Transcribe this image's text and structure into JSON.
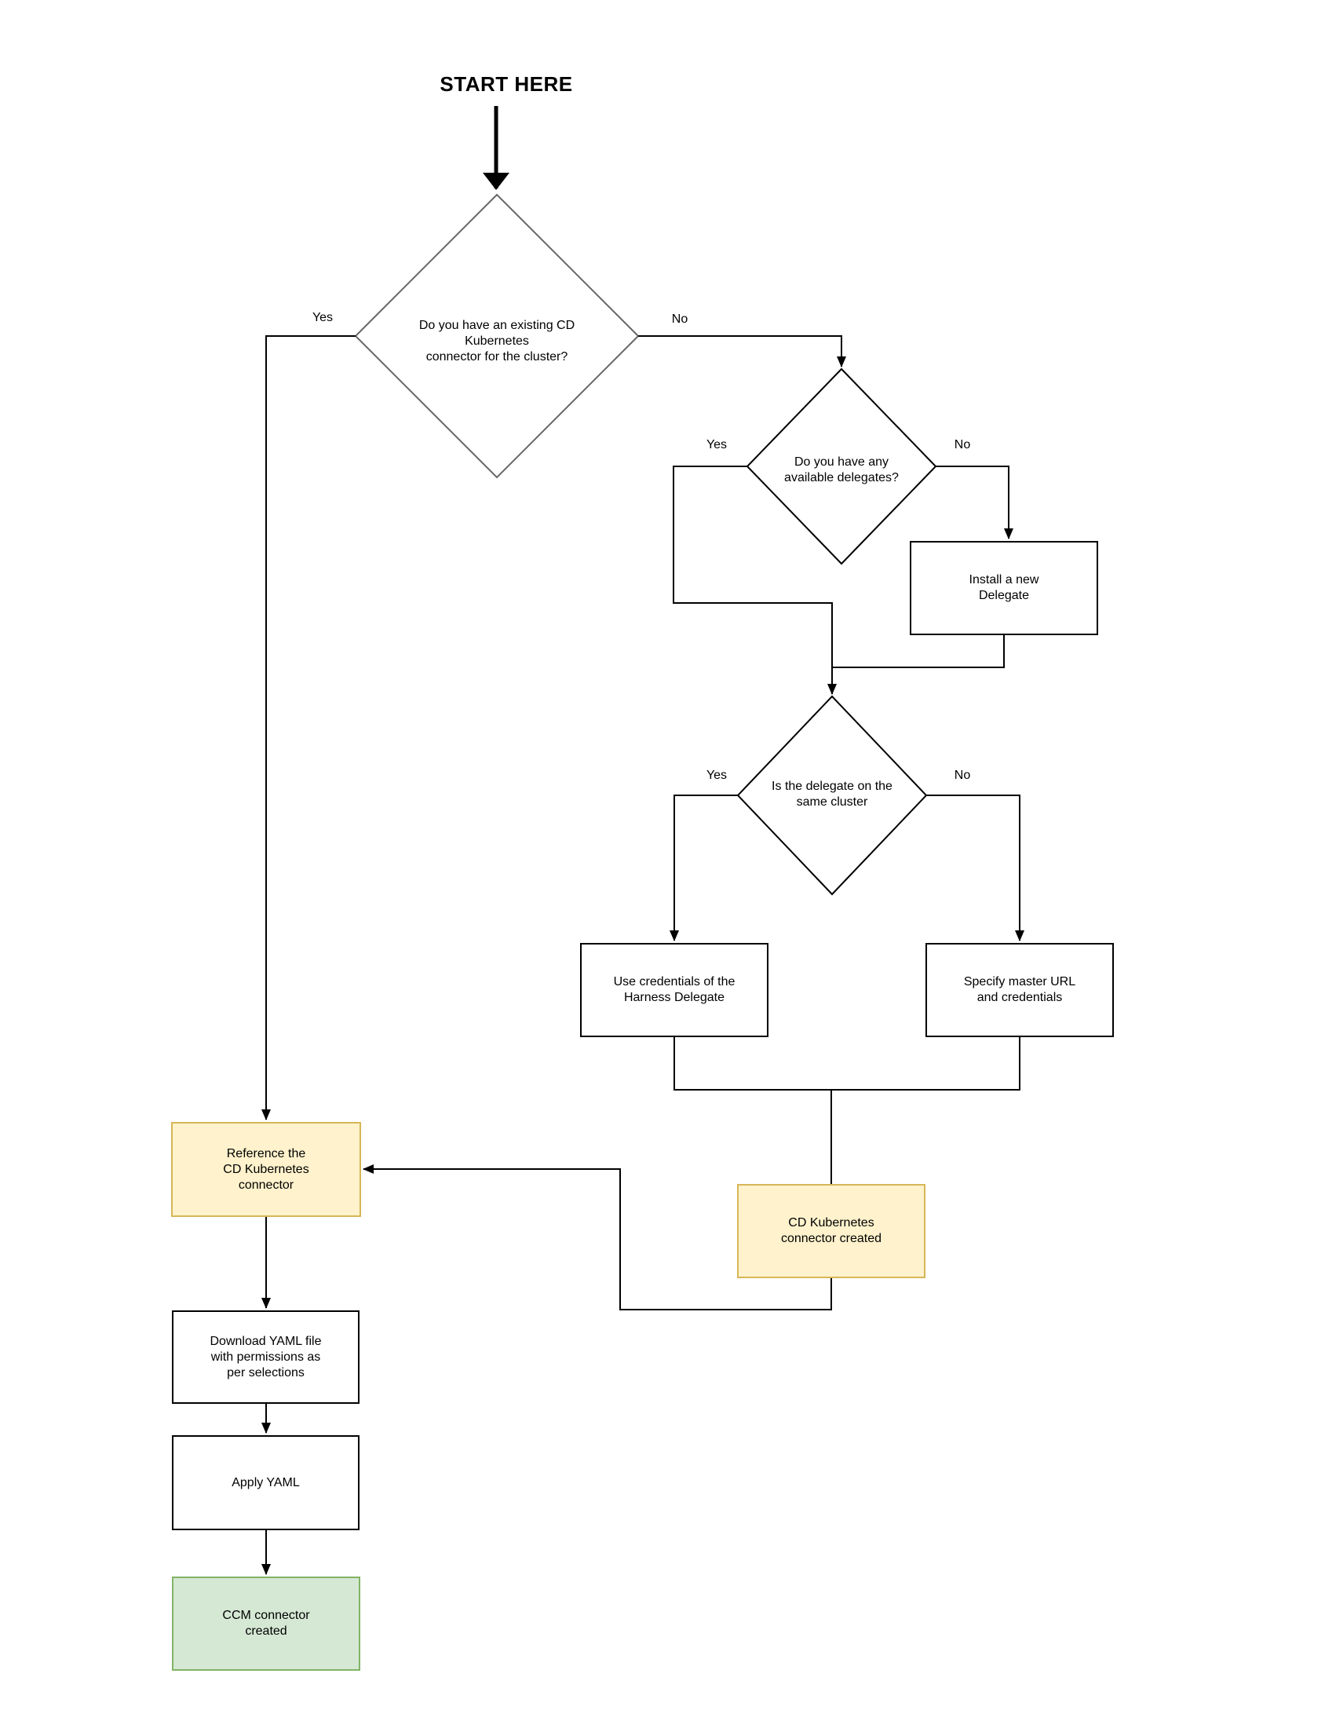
{
  "title": "START HERE",
  "nodes": {
    "decision_existing_connector": {
      "text": "Do you have an existing CD\nKubernetes\nconnector for the cluster?",
      "shape": "diamond"
    },
    "decision_available_delegates": {
      "text": "Do you have any\navailable delegates?",
      "shape": "diamond"
    },
    "decision_same_cluster": {
      "text": "Is the delegate on the\nsame cluster",
      "shape": "diamond"
    },
    "install_delegate": {
      "text": "Install a new\nDelegate",
      "shape": "process"
    },
    "use_credentials": {
      "text": "Use credentials of the\nHarness Delegate",
      "shape": "process"
    },
    "specify_master_url": {
      "text": "Specify master URL\nand credentials",
      "shape": "process"
    },
    "cd_connector_created": {
      "text": "CD Kubernetes\nconnector created",
      "shape": "process-highlight"
    },
    "reference_connector": {
      "text": "Reference the\nCD Kubernetes\nconnector",
      "shape": "process-highlight"
    },
    "download_yaml": {
      "text": "Download YAML file\nwith permissions as\nper selections",
      "shape": "process"
    },
    "apply_yaml": {
      "text": "Apply YAML",
      "shape": "process"
    },
    "ccm_connector_created": {
      "text": "CCM connector\ncreated",
      "shape": "process-success"
    }
  },
  "edge_labels": {
    "d1_yes": "Yes",
    "d1_no": "No",
    "d2_yes": "Yes",
    "d2_no": "No",
    "d3_yes": "Yes",
    "d3_no": "No"
  },
  "colors": {
    "highlight_fill": "#FFF2CC",
    "highlight_border": "#D6B656",
    "success_fill": "#D5E8D4",
    "success_border": "#82B366",
    "connector": "#000000",
    "first_decision_border": "#666666",
    "background": "#FFFFFF"
  }
}
